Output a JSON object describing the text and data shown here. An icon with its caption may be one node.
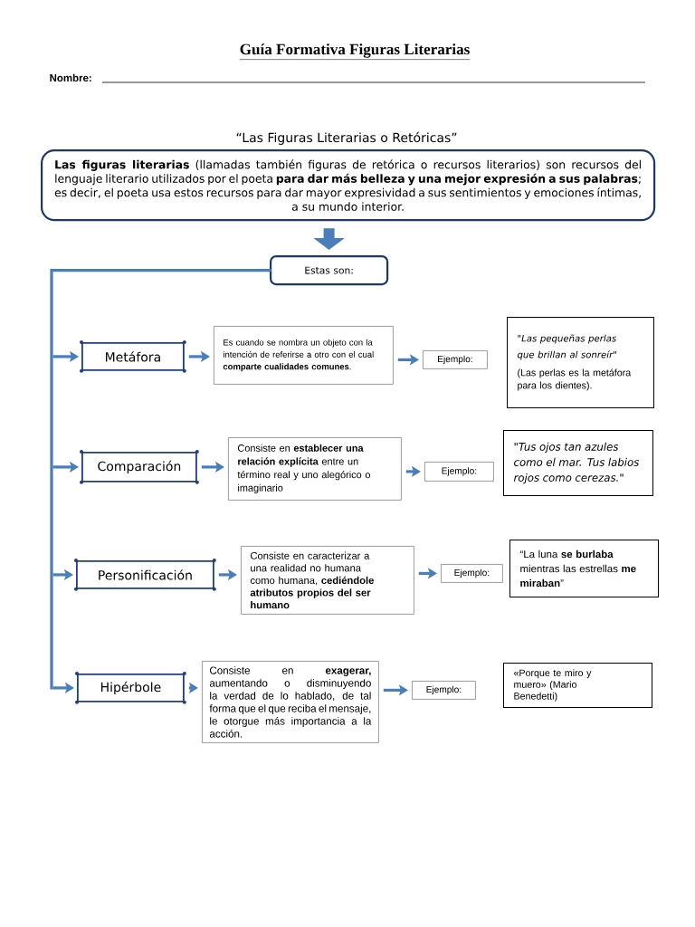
{
  "diagram": {
    "title": "Guía Formativa Figuras Literarias",
    "nodes": [
      {
        "text": [
          "**Las figuras literarias** (llamadas también figuras de retórica o recursos literarios) son recursos del lenguaje literario utilizados por el poeta **para dar más belleza y una mejor expresión a sus palabras**; es decir, el poeta usa estos recursos para dar mayor expresividad a sus sentimientos y emociones íntimas, a su mundo interior."
        ],
        "beside": [
          "“Las Figuras Literarias o Retóricas”"
        ]
      },
      {
        "text": [
          "Estas son:"
        ]
      },
      {
        "text": [
          "Metáfora"
        ]
      },
      {
        "text": [
          "Es cuando se nombra un objeto con la intención de referirse a otro con el cual **comparte cualidades comunes**."
        ]
      },
      {
        "text": [
          "Ejemplo:"
        ]
      },
      {
        "text": [
          "\"Las pequeñas perlas que brillan al sonreír\"",
          "(Las perlas es la metáfora para los dientes)."
        ]
      },
      {
        "text": [
          "Comparación"
        ]
      },
      {
        "text": [
          "Consiste en **establecer una relación explícita** entre un término real y uno alegórico o imaginario"
        ]
      },
      {
        "text": [
          "Ejemplo:"
        ]
      },
      {
        "text": [
          "\"Tus ojos tan azules como el mar. Tus labios rojos como cerezas.\""
        ]
      },
      {
        "text": [
          "Personificación"
        ]
      },
      {
        "text": [
          "Consiste en caracterizar a una realidad no humana como humana, **cediéndole atributos propios del ser humano**"
        ]
      },
      {
        "text": [
          "Ejemplo:"
        ]
      },
      {
        "text": [
          "“La luna **se burlaba** mientras las estrellas **me miraban**”"
        ]
      },
      {
        "text": [
          "Hipérbole"
        ]
      },
      {
        "text": [
          "Consiste en **exagerar,** aumentando o disminuyendo la verdad de lo hablado, de tal forma que el que reciba el mensaje, le otorgue más importancia a la acción."
        ]
      },
      {
        "text": [
          "Ejemplo:"
        ]
      },
      {
        "text": [
          "«Porque te miro y muero» (Mario Benedetti)"
        ]
      }
    ],
    "edges": [
      {
        "from": 0,
        "to": 1,
        "arrow": "to",
        "style": "thick"
      },
      {
        "from": 1,
        "to": 2,
        "arrow": "to"
      },
      {
        "from": 1,
        "to": 6,
        "arrow": "to"
      },
      {
        "from": 1,
        "to": 10,
        "arrow": "to"
      },
      {
        "from": 1,
        "to": 14,
        "arrow": "to"
      },
      {
        "from": 2,
        "to": 3,
        "arrow": "to"
      },
      {
        "from": 3,
        "to": 4,
        "arrow": "to"
      },
      {
        "from": 6,
        "to": 7,
        "arrow": "to"
      },
      {
        "from": 7,
        "to": 8,
        "arrow": "to"
      },
      {
        "from": 10,
        "to": 11,
        "arrow": "to"
      },
      {
        "from": 11,
        "to": 12,
        "arrow": "to"
      },
      {
        "from": 14,
        "to": 15,
        "arrow": "to"
      },
      {
        "from": 15,
        "to": 16,
        "arrow": "to"
      }
    ],
    "labels": [
      "Nombre:"
    ]
  }
}
